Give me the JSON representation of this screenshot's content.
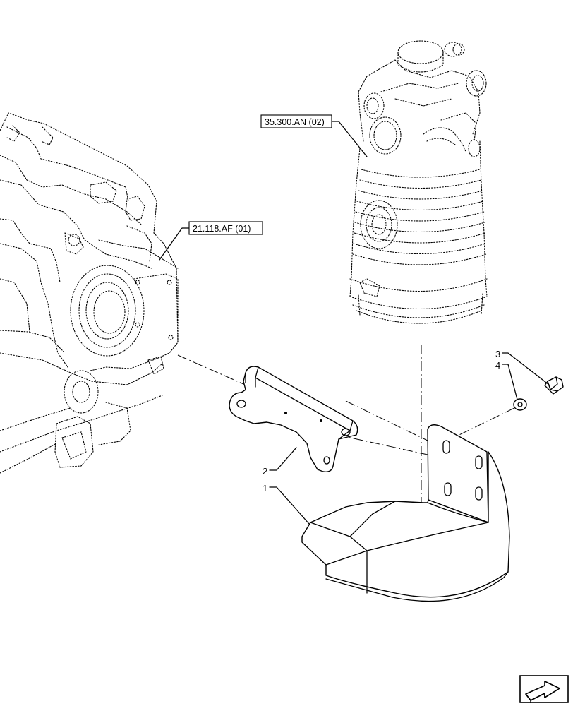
{
  "references": {
    "pump": "35.300.AN (02)",
    "housing": "21.118.AF (01)"
  },
  "callouts": {
    "item1": "1",
    "item2": "2",
    "item3": "3",
    "item4": "4"
  },
  "icons": {
    "navigation": "next-page-arrow-icon"
  }
}
